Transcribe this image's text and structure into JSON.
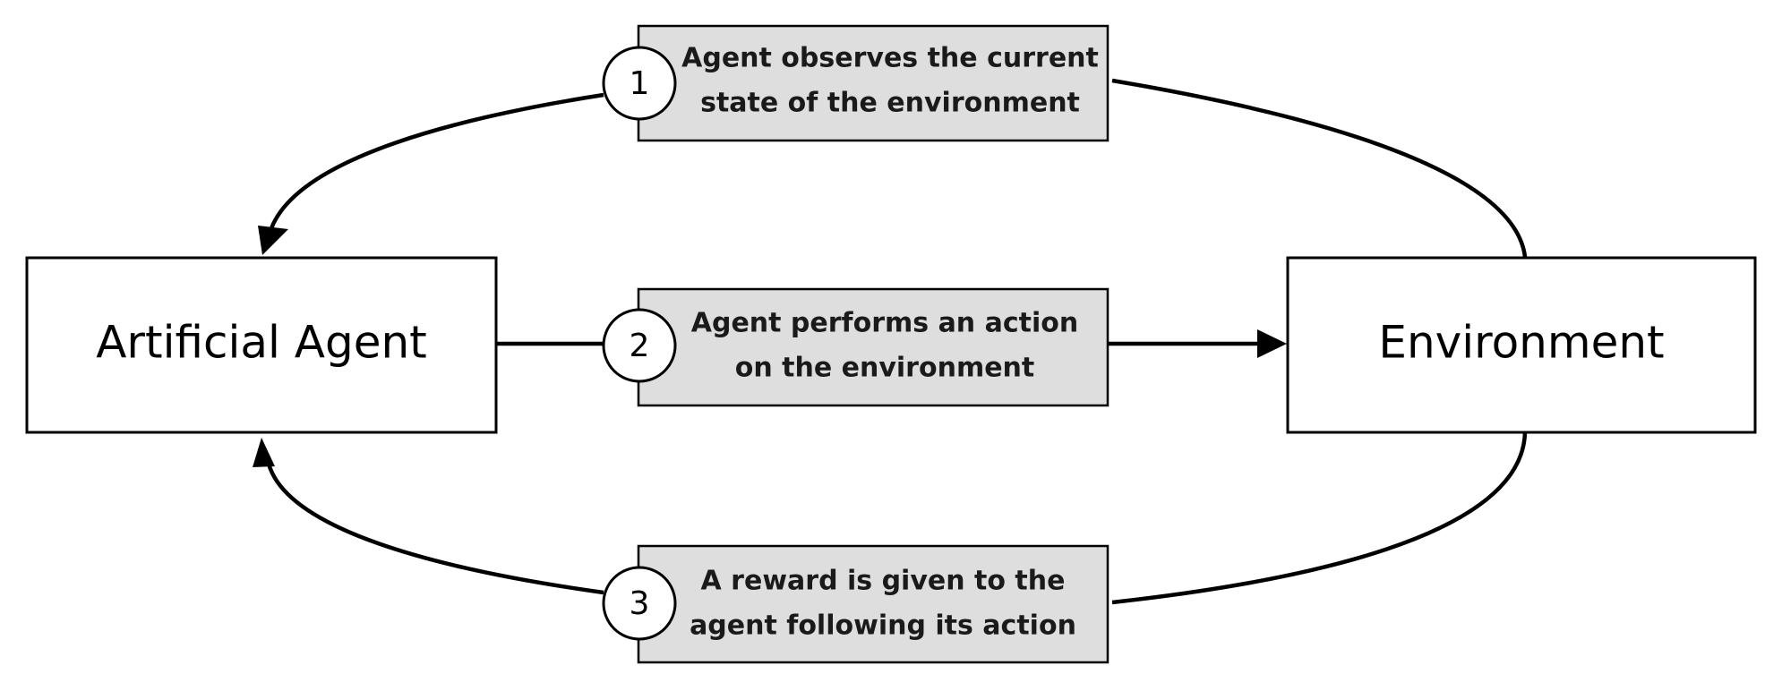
{
  "nodes": {
    "agent": {
      "label": "Artificial Agent"
    },
    "environment": {
      "label": "Environment"
    }
  },
  "steps": [
    {
      "number": "1",
      "lines": [
        "Agent observes the current",
        "state of the environment"
      ]
    },
    {
      "number": "2",
      "lines": [
        "Agent performs an action",
        "on the environment"
      ]
    },
    {
      "number": "3",
      "lines": [
        "A reward is given to the",
        "agent following its action"
      ]
    }
  ],
  "colors": {
    "step_box_fill": "#dedede",
    "stroke": "#000000",
    "background": "#ffffff"
  }
}
